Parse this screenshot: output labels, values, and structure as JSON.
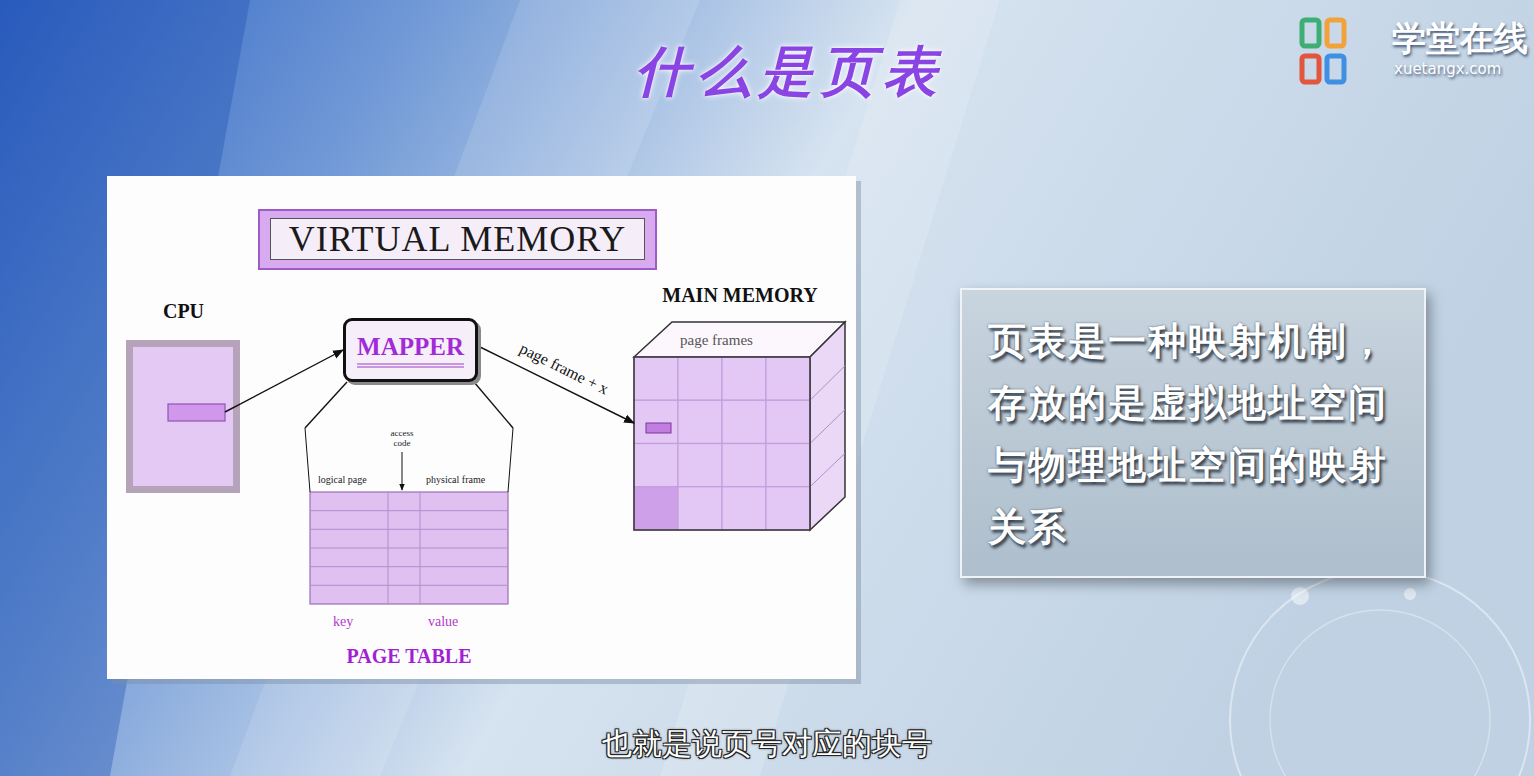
{
  "diagram": {
    "title": "什么是页表",
    "caption": "也就是说页号对应的块号",
    "nodes": [
      {
        "text": [
          "VIRTUAL MEMORY"
        ]
      },
      {
        "text": [
          "CPU"
        ]
      },
      {
        "text": [
          "MAPPER"
        ]
      },
      {
        "text": [
          "MAIN MEMORY",
          "page frames"
        ]
      },
      {
        "text": [
          "logical page",
          "access code",
          "physical frame",
          "key",
          "value",
          "PAGE TABLE"
        ]
      },
      {
        "text": [
          "页表是一种映射机制，存放的是虚拟地址空间与物理地址空间的映射关系"
        ]
      }
    ],
    "edges": [
      {
        "from": 1,
        "to": 2,
        "arrow": "to"
      },
      {
        "from": 2,
        "to": 3,
        "label": "page frame + x",
        "arrow": "to"
      },
      {
        "from": 2,
        "to": 4,
        "arrow": "none"
      }
    ],
    "labels": [
      "学堂在线",
      "xuetangx.com"
    ]
  }
}
